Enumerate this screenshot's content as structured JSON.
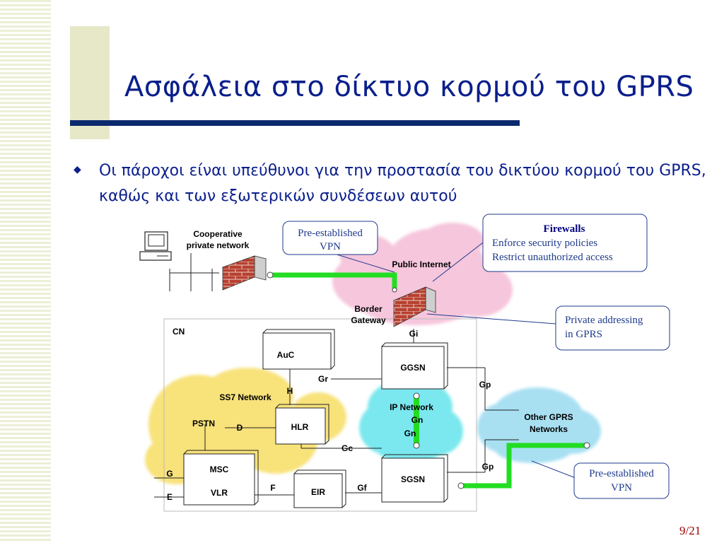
{
  "title": "Ασφάλεια στο δίκτυο κορμού του GPRS",
  "bullet": "Οι πάροχοι είναι υπεύθυνοι για την προστασία του δικτύου κορμού του GPRS, καθώς και των εξωτερικών συνδέσεων αυτού",
  "page_number": "9/21",
  "diagram": {
    "cooperative": "Cooperative",
    "private_network": "private network",
    "public_internet": "Public Internet",
    "border": "Border",
    "gateway": "Gateway",
    "cn": "CN",
    "ss7_network": "SS7 Network",
    "ip_network": "IP Network",
    "other_gprs": "Other GPRS",
    "networks": "Networks",
    "pstn": "PSTN",
    "nodes": {
      "auc": "AuC",
      "hlr": "HLR",
      "msc": "MSC",
      "vlr": "VLR",
      "eir": "EIR",
      "ggsn": "GGSN",
      "sgsn": "SGSN"
    },
    "interfaces": {
      "gi": "Gi",
      "gr": "Gr",
      "h": "H",
      "d": "D",
      "gc": "Gc",
      "gn1": "Gn",
      "gn2": "Gn",
      "gp1": "Gp",
      "gp2": "Gp",
      "g": "G",
      "e": "E",
      "f": "F",
      "gf": "Gf"
    },
    "callout_vpn_top": [
      "Pre-established",
      "VPN"
    ],
    "callout_firewalls": {
      "heading": "Firewalls",
      "line1": "Enforce security policies",
      "line2": "Restrict unauthorized access"
    },
    "callout_private_addressing": [
      "Private addressing",
      "in GPRS"
    ],
    "callout_vpn_bottom": [
      "Pre-established",
      "VPN"
    ]
  },
  "colors": {
    "title": "#0b1f8c",
    "title_rule": "#0b2a6e",
    "vpn_tunnel": "#22dd22",
    "firewall_brick": "#b84030",
    "cloud_pink": "#f6c6dc",
    "cloud_yellow": "#f8e27a",
    "cloud_cyan": "#7ae8ee",
    "cloud_lightblue": "#a8e0f2",
    "callout_border": "#1f3a8c"
  }
}
